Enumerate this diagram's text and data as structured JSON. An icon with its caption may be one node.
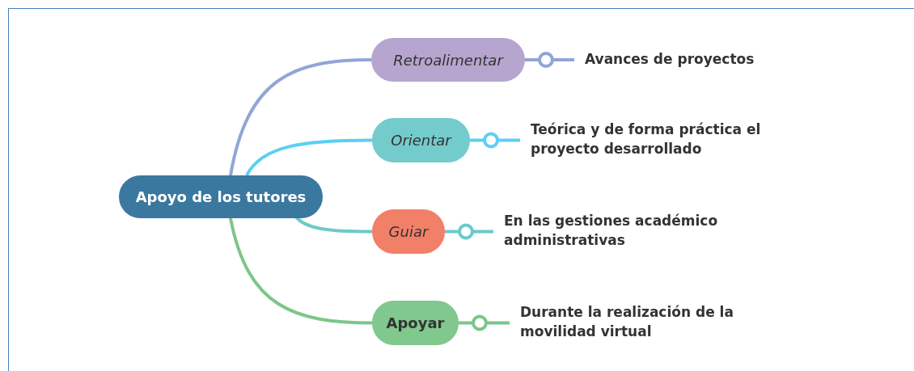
{
  "diagram": {
    "nodes": [
      {
        "text": [
          "Apoyo de los tutores"
        ]
      },
      {
        "text": [
          "Retroalimentar"
        ]
      },
      {
        "text": [
          "Orientar"
        ]
      },
      {
        "text": [
          "Guiar"
        ]
      },
      {
        "text": [
          "Apoyar"
        ]
      },
      {
        "text": [
          "Avances de proyectos"
        ]
      },
      {
        "text": [
          "Teórica y de forma práctica el proyecto desarrollado"
        ]
      },
      {
        "text": [
          "En las gestiones académico administrativas"
        ]
      },
      {
        "text": [
          "Durante la realización de la movilidad virtual"
        ]
      }
    ],
    "edges": [
      {
        "from": 0,
        "to": 1,
        "arrow": "none",
        "color": "#8fa6d6"
      },
      {
        "from": 0,
        "to": 2,
        "arrow": "none",
        "color": "#5ccff5"
      },
      {
        "from": 0,
        "to": 3,
        "arrow": "none",
        "color": "#6dc9cc"
      },
      {
        "from": 0,
        "to": 4,
        "arrow": "none",
        "color": "#7cc68a"
      },
      {
        "from": 1,
        "to": 5,
        "arrow": "other",
        "color": "#8fa6d6"
      },
      {
        "from": 2,
        "to": 6,
        "arrow": "other",
        "color": "#5ccff5"
      },
      {
        "from": 3,
        "to": 7,
        "arrow": "other",
        "color": "#6dc9cc"
      },
      {
        "from": 4,
        "to": 8,
        "arrow": "other",
        "color": "#7cc68a"
      }
    ]
  }
}
